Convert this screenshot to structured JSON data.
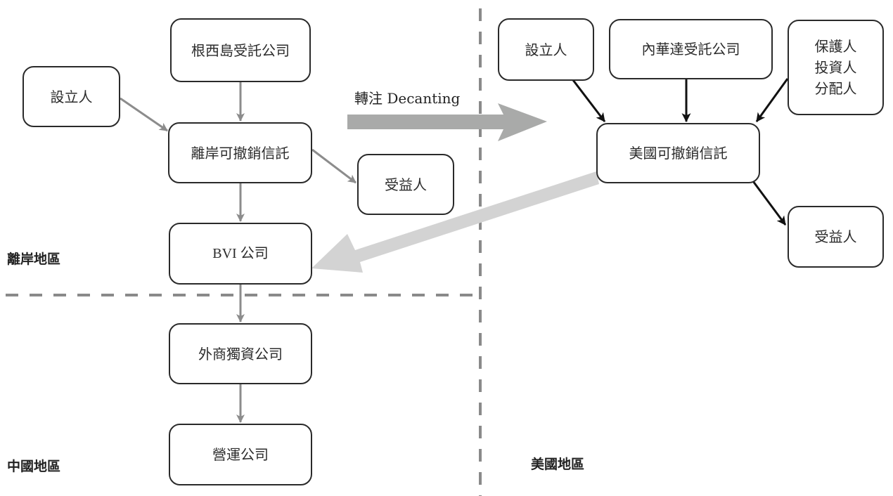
{
  "regions": {
    "offshore": "離岸地區",
    "china": "中國地區",
    "usa": "美國地區"
  },
  "nodes": {
    "jersey_trustee": "根西島受託公司",
    "offshore_settlor": "設立人",
    "offshore_trust": "離岸可撤銷信託",
    "offshore_beneficiary": "受益人",
    "bvi_company": "BVI 公司",
    "wfoe": "外商獨資公司",
    "operating_company": "營運公司",
    "us_settlor": "設立人",
    "nevada_trustee": "內華達受託公司",
    "us_advisors": [
      "保護人",
      "投資人",
      "分配人"
    ],
    "us_trust": "美國可撤銷信託",
    "us_beneficiary": "受益人"
  },
  "decanting_label": "轉注 Decanting",
  "edges": [
    {
      "from": "jersey_trustee",
      "to": "offshore_trust",
      "style": "gray"
    },
    {
      "from": "offshore_settlor",
      "to": "offshore_trust",
      "style": "gray"
    },
    {
      "from": "offshore_trust",
      "to": "offshore_beneficiary",
      "style": "gray"
    },
    {
      "from": "offshore_trust",
      "to": "bvi_company",
      "style": "gray"
    },
    {
      "from": "bvi_company",
      "to": "wfoe",
      "style": "gray"
    },
    {
      "from": "wfoe",
      "to": "operating_company",
      "style": "gray"
    },
    {
      "from": "us_settlor",
      "to": "us_trust",
      "style": "black"
    },
    {
      "from": "nevada_trustee",
      "to": "us_trust",
      "style": "black"
    },
    {
      "from": "us_advisors",
      "to": "us_trust",
      "style": "black"
    },
    {
      "from": "us_trust",
      "to": "us_beneficiary",
      "style": "black"
    },
    {
      "from": "offshore_trust",
      "to": "us_trust",
      "style": "decanting"
    },
    {
      "from": "us_trust",
      "to": "bvi_company",
      "style": "holding"
    }
  ],
  "colors": {
    "gray_arrow": "#8c8c8c",
    "black_arrow": "#111111",
    "decanting_arrow": "#a9aaa9",
    "holding_arrow": "#d3d3d3",
    "divider": "#8a8a8a"
  }
}
